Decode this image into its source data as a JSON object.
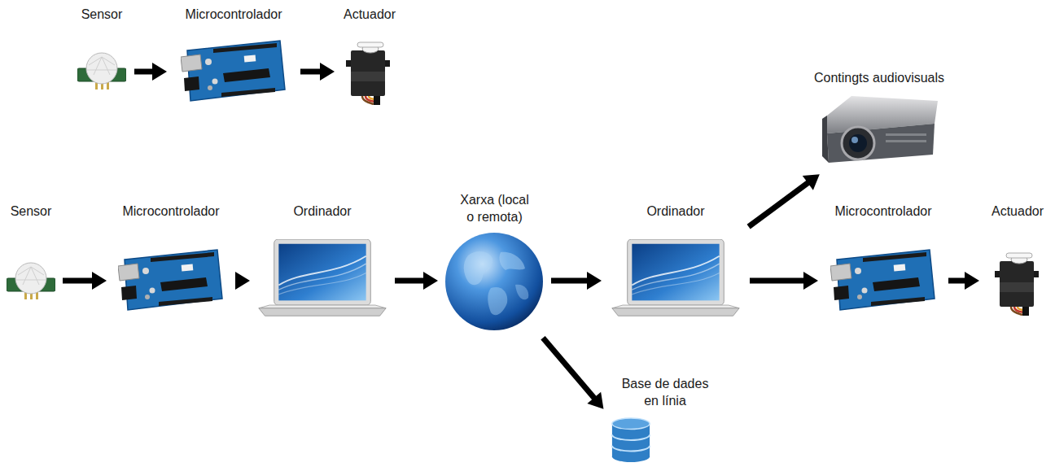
{
  "diagram": {
    "nodes": [
      {
        "text": [
          "Sensor"
        ]
      },
      {
        "text": [
          "Microcontrolador"
        ]
      },
      {
        "text": [
          "Actuador"
        ]
      },
      {
        "text": [
          "Contingts audiovisuals"
        ]
      },
      {
        "text": [
          "Sensor"
        ]
      },
      {
        "text": [
          "Microcontrolador"
        ]
      },
      {
        "text": [
          "Ordinador"
        ]
      },
      {
        "text": [
          "Xarxa (local o remota)"
        ]
      },
      {
        "text": [
          "Ordinador"
        ]
      },
      {
        "text": [
          "Microcontrolador"
        ]
      },
      {
        "text": [
          "Actuador"
        ]
      },
      {
        "text": [
          "Base de dades en línia"
        ]
      }
    ],
    "edges": [
      {
        "from": 0,
        "to": 1,
        "arrow": "to"
      },
      {
        "from": 1,
        "to": 2,
        "arrow": "to"
      },
      {
        "from": 4,
        "to": 5,
        "arrow": "to"
      },
      {
        "from": 5,
        "to": 6,
        "arrow": "to"
      },
      {
        "from": 6,
        "to": 7,
        "arrow": "to"
      },
      {
        "from": 7,
        "to": 8,
        "arrow": "to"
      },
      {
        "from": 8,
        "to": 3,
        "arrow": "to"
      },
      {
        "from": 8,
        "to": 9,
        "arrow": "to"
      },
      {
        "from": 9,
        "to": 10,
        "arrow": "to"
      },
      {
        "from": 7,
        "to": 11,
        "arrow": "to"
      }
    ]
  }
}
